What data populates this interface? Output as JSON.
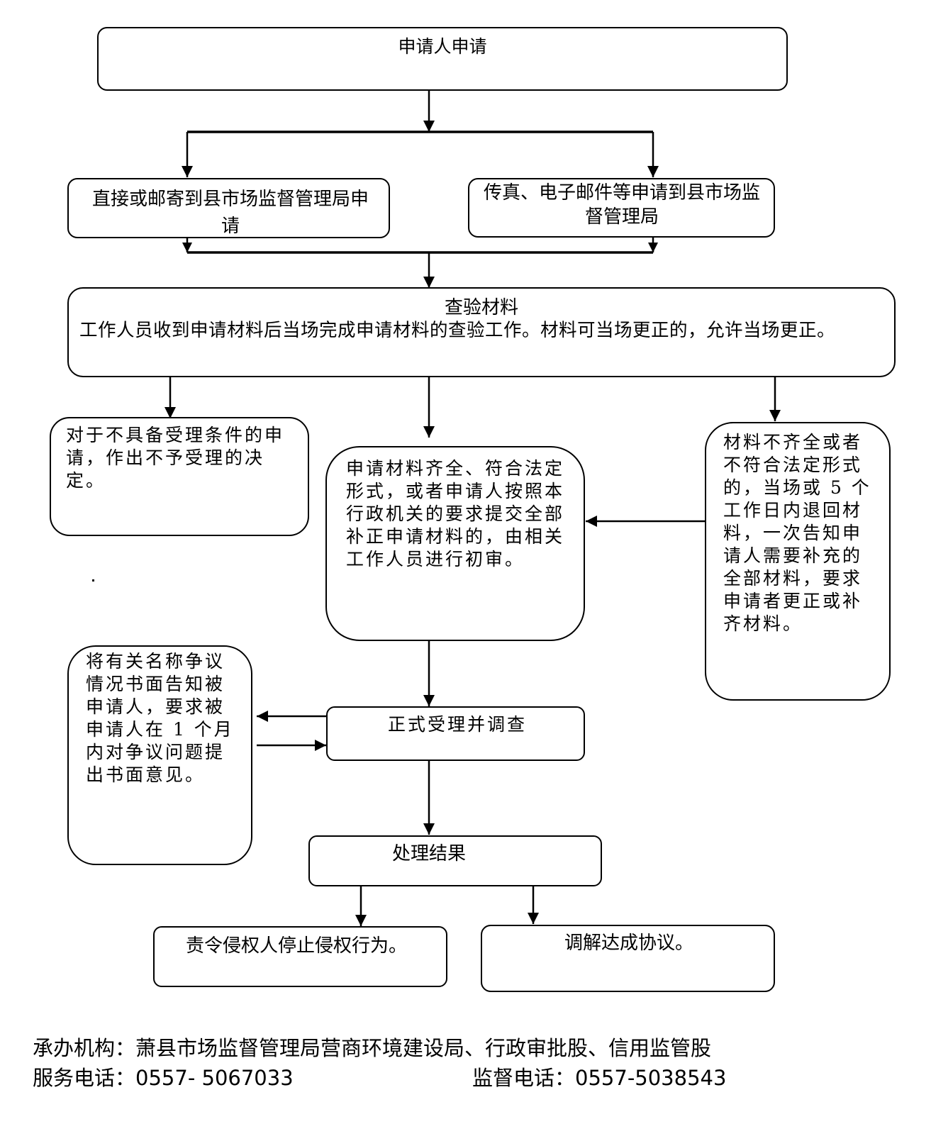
{
  "flowchart": {
    "nodes": {
      "start": {
        "text": "申请人申请"
      },
      "direct_mail": {
        "text": "直接或邮寄到县市场监督管理局申请"
      },
      "fax_email": {
        "text": "传真、电子邮件等申请到县市场监督管理局"
      },
      "check_materials": {
        "title": "查验材料",
        "text": "工作人员收到申请材料后当场完成申请材料的查验工作。材料可当场更正的，允许当场更正。"
      },
      "not_accepted": {
        "text": "对于不具备受理条件的申请，作出不予受理的决定。"
      },
      "preliminary_review": {
        "text": "申请材料齐全、符合法定形式，或者申请人按照本行政机关的要求提交全部补正申请材料的，由相关工作人员进行初审。"
      },
      "incomplete": {
        "text": "材料不齐全或者不符合法定形式的，当场或 5 个工作日内退回材料，一次告知申请人需要补充的全部材料，要求申请者更正或补齐材料。"
      },
      "notify_respondent": {
        "text": "将有关名称争议情况书面告知被申请人，要求被申请人在 1 个月内对争议问题提出书面意见。"
      },
      "formal_acceptance": {
        "text": "正式受理并调查"
      },
      "result": {
        "text": "处理结果"
      },
      "order_stop": {
        "text": "责令侵权人停止侵权行为。"
      },
      "mediation": {
        "text": "调解达成协议。"
      }
    }
  },
  "footer": {
    "agency_label": "承办机构：",
    "agency_value": "萧县市场监督管理局营商环境建设局、行政审批股、信用监管股",
    "service_phone_label": "服务电话：",
    "service_phone_value": "0557- 5067033",
    "supervision_phone_label": "监督电话：",
    "supervision_phone_value": "0557-5038543"
  },
  "colors": {
    "line": "#000000",
    "background": "#ffffff"
  }
}
